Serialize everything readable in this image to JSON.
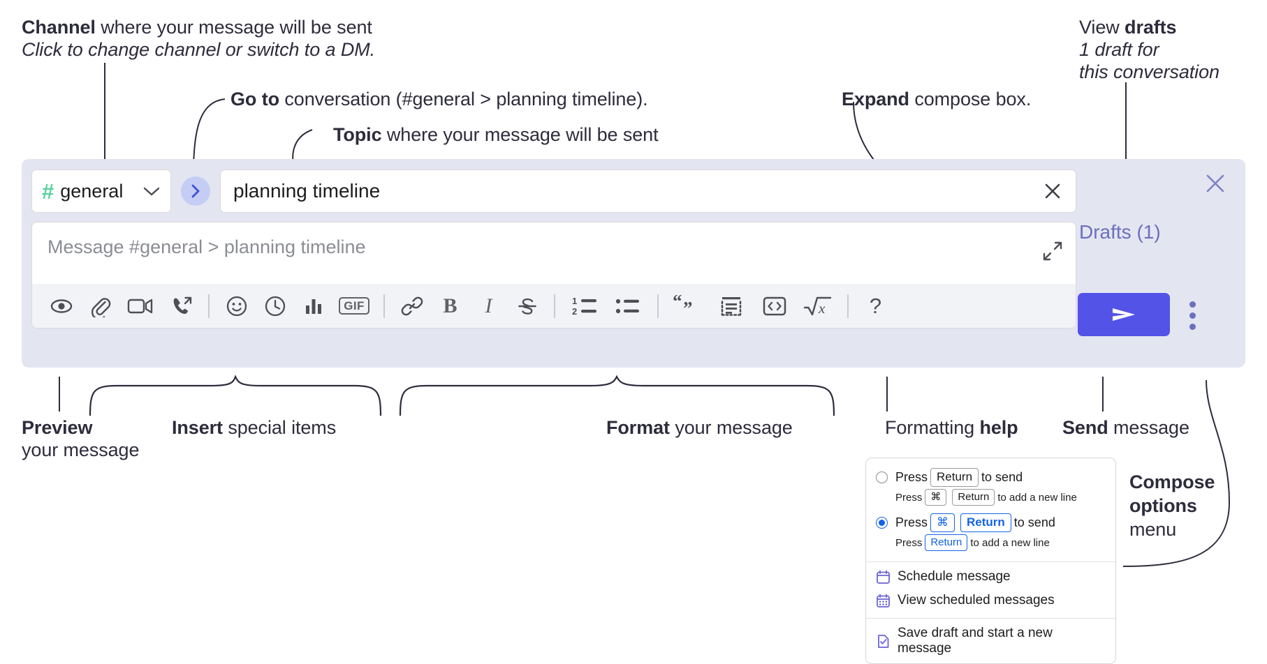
{
  "annotations": {
    "channel": {
      "bold": "Channel",
      "rest": " where your message will be sent",
      "sub": "Click to change channel or switch to a DM."
    },
    "goto": {
      "bold": "Go to",
      "rest": " conversation (#general > planning timeline)."
    },
    "topic": {
      "bold": "Topic",
      "rest": " where your message will be sent"
    },
    "expand": {
      "bold": "Expand",
      "rest": " compose box."
    },
    "drafts": {
      "bold_pre": "View ",
      "bold": "drafts",
      "sub1": "1 draft for",
      "sub2": "this conversation"
    },
    "preview": {
      "bold": "Preview",
      "rest": "your message"
    },
    "insert": {
      "bold": "Insert",
      "rest": " special items"
    },
    "format": {
      "bold": "Format",
      "rest": " your message"
    },
    "help": {
      "pre": "Formatting ",
      "bold": "help"
    },
    "send": {
      "bold": "Send",
      "rest": " message"
    },
    "compose_options": {
      "bold1": "Compose",
      "bold2": "options",
      "rest": "menu"
    }
  },
  "compose": {
    "channel_name": "general",
    "channel_hash": "#",
    "goto_icon": "chevron-right-icon",
    "topic_value": "planning timeline",
    "topic_clear_icon": "close-icon",
    "message_placeholder": "Message #general > planning timeline",
    "expand_icon": "expand-icon",
    "toolbar": [
      {
        "name": "preview-icon",
        "label": "Preview"
      },
      {
        "name": "attachment-icon",
        "label": "Attach file"
      },
      {
        "name": "video-icon",
        "label": "Video"
      },
      {
        "name": "call-icon",
        "label": "Call"
      },
      {
        "name": "divider",
        "label": ""
      },
      {
        "name": "emoji-icon",
        "label": "Emoji"
      },
      {
        "name": "clock-icon",
        "label": "Reminder"
      },
      {
        "name": "poll-icon",
        "label": "Poll"
      },
      {
        "name": "gif-icon",
        "label": "GIF"
      },
      {
        "name": "divider",
        "label": ""
      },
      {
        "name": "link-icon",
        "label": "Link"
      },
      {
        "name": "bold-icon",
        "label": "B"
      },
      {
        "name": "italic-icon",
        "label": "I"
      },
      {
        "name": "strikethrough-icon",
        "label": "Strikethrough"
      },
      {
        "name": "divider",
        "label": ""
      },
      {
        "name": "ordered-list-icon",
        "label": "Ordered list"
      },
      {
        "name": "bulleted-list-icon",
        "label": "Bulleted list"
      },
      {
        "name": "divider",
        "label": ""
      },
      {
        "name": "blockquote-icon",
        "label": "Blockquote"
      },
      {
        "name": "code-block-icon",
        "label": "Code block"
      },
      {
        "name": "code-icon",
        "label": "Code"
      },
      {
        "name": "math-icon",
        "label": "Math"
      },
      {
        "name": "divider",
        "label": ""
      },
      {
        "name": "help-icon",
        "label": "?"
      }
    ],
    "gif_label": "GIF",
    "bold_label": "B",
    "italic_label": "I",
    "help_label": "?"
  },
  "right_panel": {
    "close_icon": "close-icon",
    "drafts_label": "Drafts (1)",
    "send_icon": "send-icon",
    "kebab_icon": "more-options-icon"
  },
  "popup": {
    "options": [
      {
        "selected": false,
        "pre": "Press",
        "keys": [
          "Return"
        ],
        "post": "to send",
        "sub_pre": "Press",
        "sub_keys": [
          "⌘",
          "Return"
        ],
        "sub_post": "to add a new line"
      },
      {
        "selected": true,
        "pre": "Press",
        "keys": [
          "⌘",
          "Return"
        ],
        "post": "to send",
        "sub_pre": "Press",
        "sub_keys": [
          "Return"
        ],
        "sub_post": "to add a new line"
      }
    ],
    "items": [
      {
        "icon": "calendar-schedule-icon",
        "label": "Schedule message"
      },
      {
        "icon": "calendar-list-icon",
        "label": "View scheduled messages"
      },
      {
        "icon": "save-draft-icon",
        "label": "Save draft and start a new message"
      }
    ]
  },
  "colors": {
    "accent_purple": "#5353e8",
    "panel_bg": "#e3e5f1",
    "toolbar_bg": "#f2f3f7",
    "hash_green": "#5ad19b",
    "goto_circle": "#c5cdf5",
    "drafts_text": "#6b6fbd",
    "radio_blue": "#1264e8",
    "ink": "#2d2c3c"
  }
}
